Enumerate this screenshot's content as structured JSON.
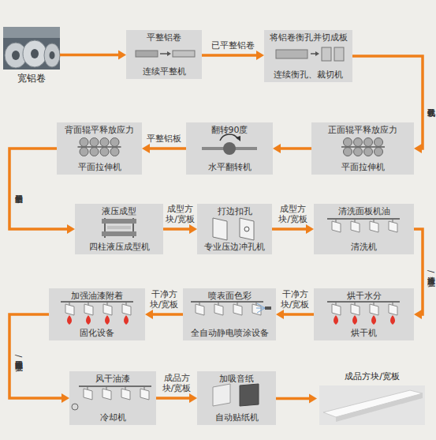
{
  "diagram": {
    "nodes": [
      {
        "text": [
          "宽铝卷"
        ]
      },
      {
        "text": [
          "平整铝卷",
          "连续平整机"
        ]
      },
      {
        "text": [
          "将铝卷衡孔并切成板",
          "连续衡孔、裁切机"
        ]
      },
      {
        "text": [
          "正面辊平释放应力",
          "平面拉伸机"
        ]
      },
      {
        "text": [
          "翻转90度",
          "水平翻转机"
        ]
      },
      {
        "text": [
          "背面辊平释放应力",
          "平面拉伸机"
        ]
      },
      {
        "text": [
          "液压成型",
          "四柱液压成型机"
        ]
      },
      {
        "text": [
          "打边扣孔",
          "专业压边冲孔机"
        ]
      },
      {
        "text": [
          "清洗面板机油",
          "清洗机"
        ]
      },
      {
        "text": [
          "烘干水分",
          "烘干机"
        ]
      },
      {
        "text": [
          "喷表面色彩",
          "全自动静电喷涂设备"
        ]
      },
      {
        "text": [
          "加强油漆附着",
          "固化设备"
        ]
      },
      {
        "text": [
          "风干油漆",
          "冷却机"
        ]
      },
      {
        "text": [
          "加吸音纸",
          "自动贴纸机"
        ]
      },
      {
        "text": [
          "成品方块/宽板"
        ]
      }
    ],
    "edges": [
      {
        "from": 0,
        "to": 1,
        "arrow": "to"
      },
      {
        "from": 1,
        "to": 2,
        "label": "已平整铝卷",
        "arrow": "to"
      },
      {
        "from": 2,
        "to": 3,
        "label": "无孔或针孔铝板",
        "arrow": "to"
      },
      {
        "from": 3,
        "to": 4,
        "arrow": "to"
      },
      {
        "from": 4,
        "to": 5,
        "label": "平整铝板",
        "arrow": "to"
      },
      {
        "from": 5,
        "to": 6,
        "label": "平整后的铝板",
        "arrow": "to"
      },
      {
        "from": 6,
        "to": 7,
        "label": "成型方块/宽板",
        "arrow": "to"
      },
      {
        "from": 7,
        "to": 8,
        "label": "成型方块/宽板",
        "arrow": "to"
      },
      {
        "from": 8,
        "to": 9,
        "label": "清洗方板/宽板",
        "arrow": "to"
      },
      {
        "from": 9,
        "to": 10,
        "label": "干净方块/宽板",
        "arrow": "to"
      },
      {
        "from": 10,
        "to": 11,
        "label": "干净方块/宽板",
        "arrow": "to"
      },
      {
        "from": 11,
        "to": 12,
        "label": "漆已固化的方板/宽板",
        "arrow": "to"
      },
      {
        "from": 12,
        "to": 13,
        "label": "成品方块/宽板",
        "arrow": "to"
      },
      {
        "from": 13,
        "to": 14,
        "arrow": "to"
      }
    ]
  }
}
